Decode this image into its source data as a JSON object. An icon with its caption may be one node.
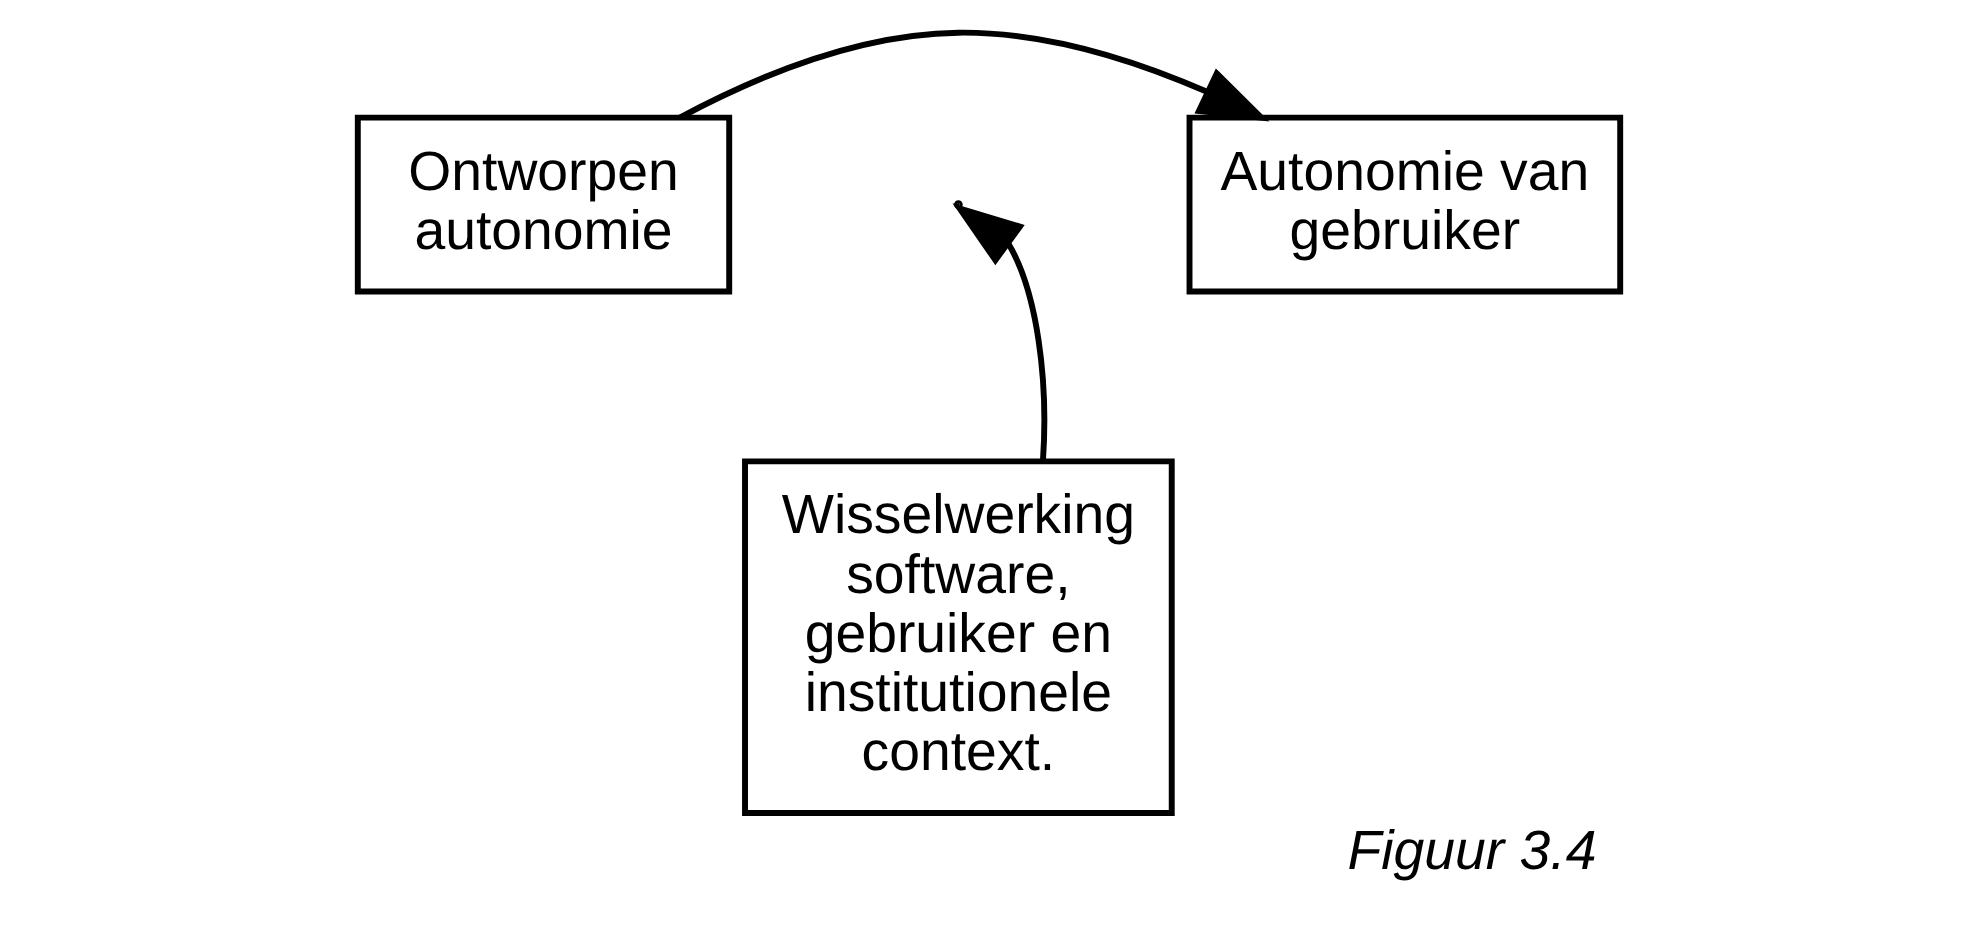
{
  "diagram": {
    "caption": "Figuur 3.4",
    "nodes": [
      {
        "text": [
          "Ontworpen autonomie"
        ]
      },
      {
        "text": [
          "Autonomie van gebruiker"
        ]
      },
      {
        "text": [
          "Wisselwerking software, gebruiker en institutionele context."
        ]
      }
    ],
    "edges": [
      {
        "from": 0,
        "to": 1,
        "arrow": "to"
      },
      {
        "from": 2,
        "to": null,
        "arrow": "to"
      }
    ]
  }
}
